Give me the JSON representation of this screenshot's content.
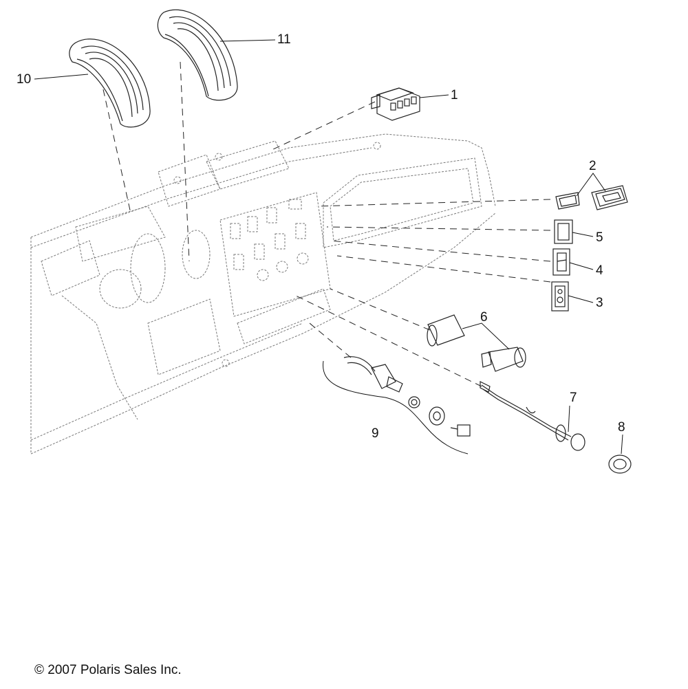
{
  "callouts": {
    "c1": "1",
    "c2": "2",
    "c3": "3",
    "c4": "4",
    "c5": "5",
    "c6": "6",
    "c7": "7",
    "c8": "8",
    "c9": "9",
    "c10": "10",
    "c11": "11"
  },
  "copyright": "© 2007 Polaris Sales Inc."
}
